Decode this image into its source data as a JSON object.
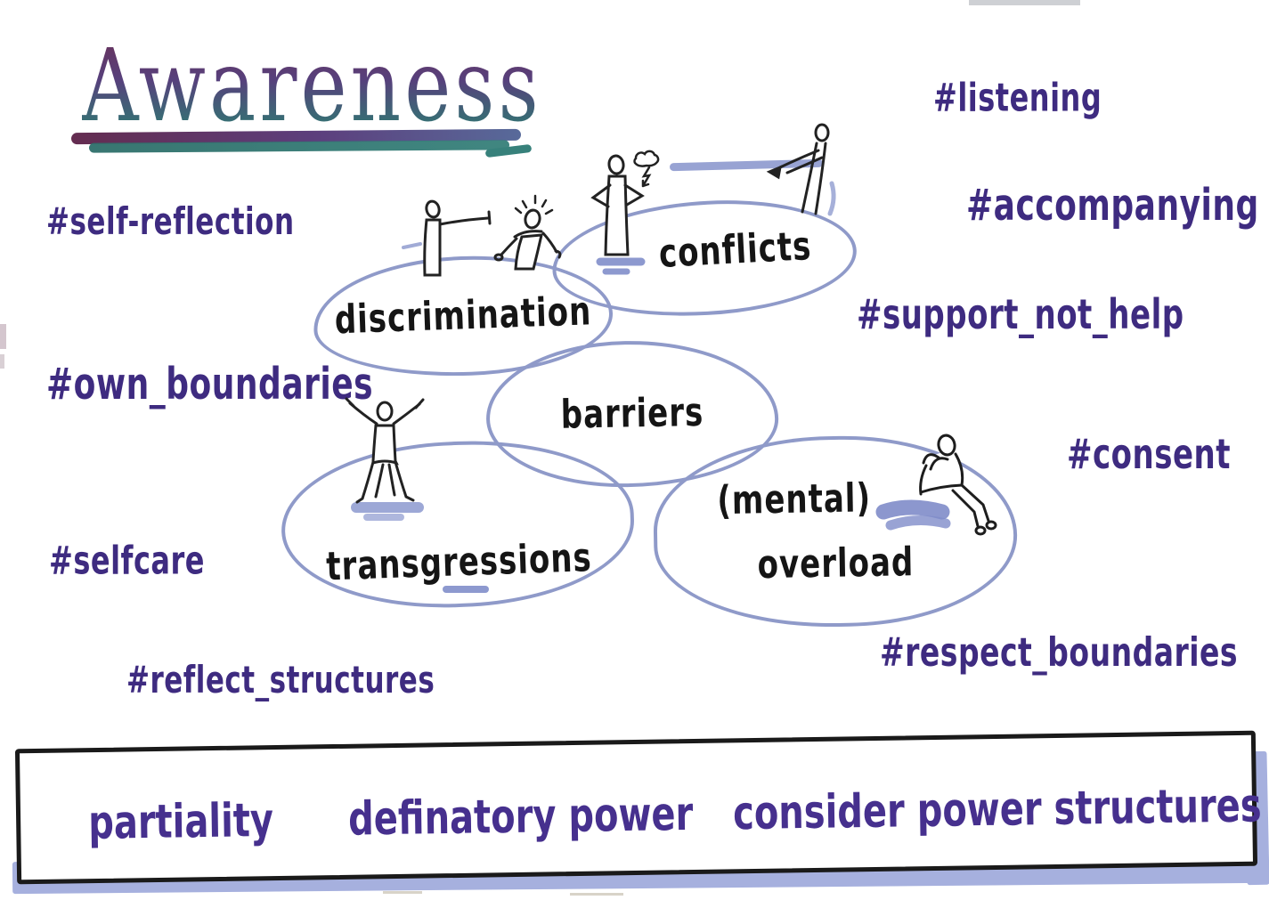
{
  "title": {
    "text": "Awareness"
  },
  "hashtags": {
    "self_reflection": "#self-reflection",
    "own_boundaries": "#own_boundaries",
    "selfcare": "#selfcare",
    "reflect_structures": "#reflect_structures",
    "listening": "#listening",
    "accompanying": "#accompanying",
    "support_not_help": "#support_not_help",
    "consent": "#consent",
    "respect_boundaries": "#respect_boundaries"
  },
  "bubbles": {
    "discrimination": "discrimination",
    "conflicts": "conflicts",
    "barriers": "barriers",
    "transgressions": "transgressions",
    "mental_overload": {
      "line1": "(mental)",
      "line2": "overload"
    }
  },
  "banner": {
    "items": [
      "partiality",
      "definatory power",
      "consider power structures"
    ]
  },
  "figures": {
    "discrimination_pair": "person-pointing-at-startled-person",
    "conflict_annoyed": "person-hands-on-hips-with-thundercloud",
    "conflict_pointing": "person-pointing-accusingly",
    "transgression_arms_raised": "person-with-raised-arms",
    "overload_sitting": "person-sitting-holding-head"
  },
  "colors": {
    "hashtag_text": "#3e2b80",
    "banner_text": "#46308e",
    "bubble_outline": "#8f9ac9",
    "ink": "#1a1a1a",
    "shadow": "#a6b0de",
    "title_gradient_top": "#6d2f53",
    "title_gradient_mid": "#57407c",
    "title_gradient_bottom": "#2f7a72"
  }
}
